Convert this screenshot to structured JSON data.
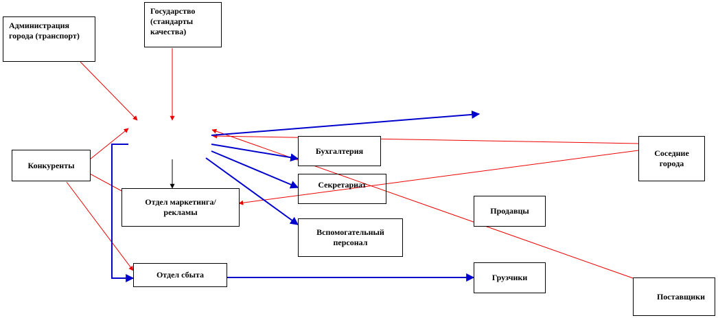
{
  "nodes": {
    "admin": "Администрация города (транспорт)",
    "state": "Государство (стандарты качества)",
    "competitors": "Конкуренты",
    "accounting": "Бухгалтерия",
    "secretariat": "Секретариат",
    "marketing": "Отдел маркетинга/рекламы",
    "support": "Вспомогательный персонал",
    "sales_staff": "Продавцы",
    "sales_dept": "Отдел сбыта",
    "loaders": "Грузчики",
    "neighbors": "Соседние города",
    "suppliers": "Поставщики"
  },
  "colors": {
    "external_link": "#ee0000",
    "internal_link": "#0000cc",
    "hierarchy_link": "#000000"
  }
}
